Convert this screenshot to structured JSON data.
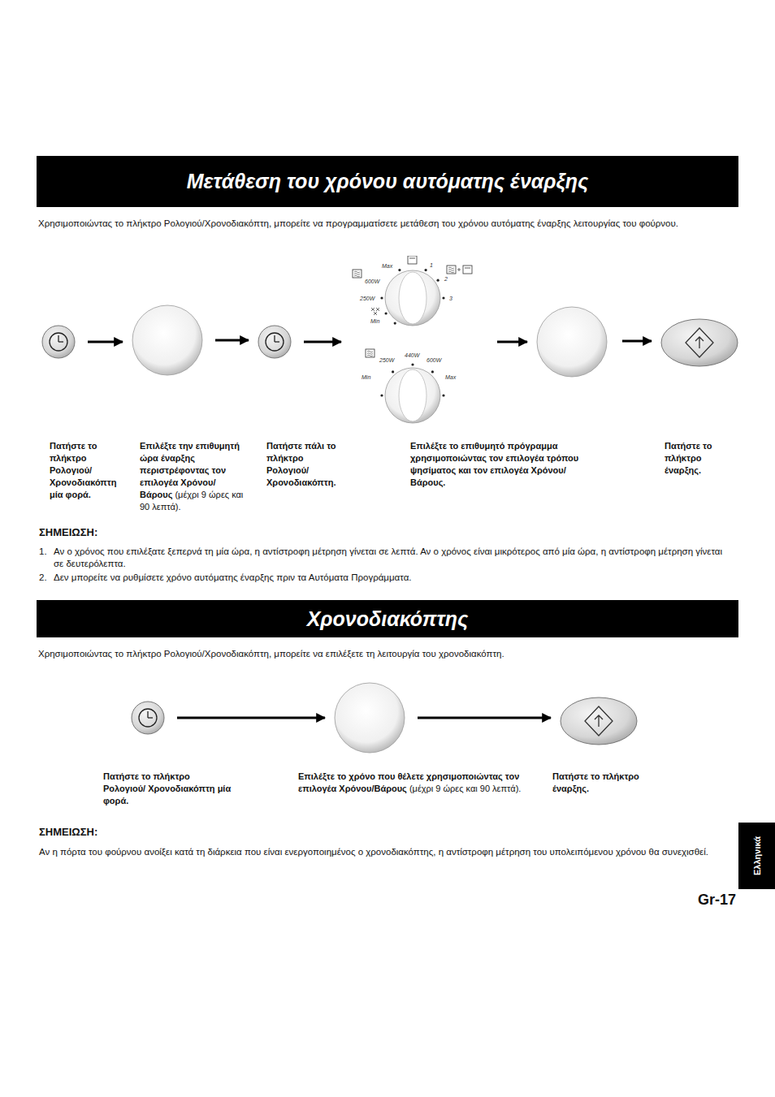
{
  "diagram": {
    "nodes": [
      {
        "text": [
          "Μετάθεση του χρόνου αυτόματης έναρξης"
        ]
      },
      {
        "text": [
          "Πατήστε το πλήκτρο Ρολογιού/ Χρονοδιακόπτη μία φορά."
        ]
      },
      {
        "text": [
          "Επιλέξτε την επιθυμητή ώρα έναρξης περιστρέφοντας τον επιλογέα Χρόνου/ Βάρους",
          "(μέχρι 9 ώρες και 90 λεπτά)."
        ]
      },
      {
        "text": [
          "Πατήστε πάλι το πλήκτρο Ρολογιού/Χρονοδιακόπτη."
        ]
      },
      {
        "text": [
          "Επιλέξτε το επιθυμητό πρόγραμμα χρησιμοποιώντας τον επιλογέα τρόπου ψησίματος και τον επιλογέα Χρόνου/Βάρους."
        ]
      },
      {
        "text": [
          "Πατήστε το πλήκτρο έναρξης."
        ]
      },
      {
        "text": [
          "Χρονοδιακόπτης"
        ]
      },
      {
        "text": [
          "Πατήστε το πλήκτρο Ρολογιού/ Χρονοδιακόπτη μία φορά."
        ]
      },
      {
        "text": [
          "Επιλέξτε το χρόνο που θέλετε χρησιμοποιώντας τον επιλογέα Χρόνου/Βάρους",
          "(μέχρι 9 ώρες και 90 λεπτά)."
        ]
      },
      {
        "text": [
          "Πατήστε το πλήκτρο έναρξης."
        ]
      },
      {
        "text": [
          "Ελληνικά"
        ]
      }
    ],
    "edges": [
      {
        "from": 1,
        "to": 2,
        "arrow": "to"
      },
      {
        "from": 2,
        "to": 3,
        "arrow": "to"
      },
      {
        "from": 3,
        "to": 4,
        "arrow": "to"
      },
      {
        "from": 4,
        "to": 5,
        "arrow": "to"
      },
      {
        "from": 7,
        "to": 8,
        "arrow": "to"
      },
      {
        "from": 8,
        "to": 9,
        "arrow": "to"
      }
    ],
    "labels": [
      "Χρησιμοποιώντας το πλήκτρο Ρολογιού/Χρονοδιακόπτη, μπορείτε να προγραμματίσετε μετάθεση του χρόνου αυτόματης έναρξης λειτουργίας του φούρνου.",
      "Max",
      "1",
      "2",
      "3",
      "600W",
      "250W",
      "Min",
      "250W",
      "440W",
      "600W",
      "Min",
      "Max",
      "ΣΗΜΕΙΩΣΗ:",
      "1.",
      "Αν ο χρόνος που επιλέξατε ξεπερνά τη μία ώρα, η αντίστροφη μέτρηση γίνεται σε λεπτά. Αν ο χρόνος είναι μικρότερος από μία ώρα, η αντίστροφη μέτρηση γίνεται σε δευτερόλεπτα.",
      "2.",
      "Δεν μπορείτε να ρυθμίσετε χρόνο αυτόματης έναρξης πριν τα Αυτόματα Προγράμματα.",
      "Χρησιμοποιώντας το πλήκτρο Ρολογιού/Χρονοδιακόπτη, μπορείτε να επιλέξετε τη λειτουργία του χρονοδιακόπτη.",
      "ΣΗΜΕΙΩΣΗ:",
      "Αν η πόρτα του φούρνου ανοίξει κατά τη διάρκεια που είναι ενεργοποιημένος ο χρονοδιακόπτης, η αντίστροφη μέτρηση του υπολειπόμενου χρόνου θα συνεχισθεί.",
      "Gr-17"
    ]
  }
}
